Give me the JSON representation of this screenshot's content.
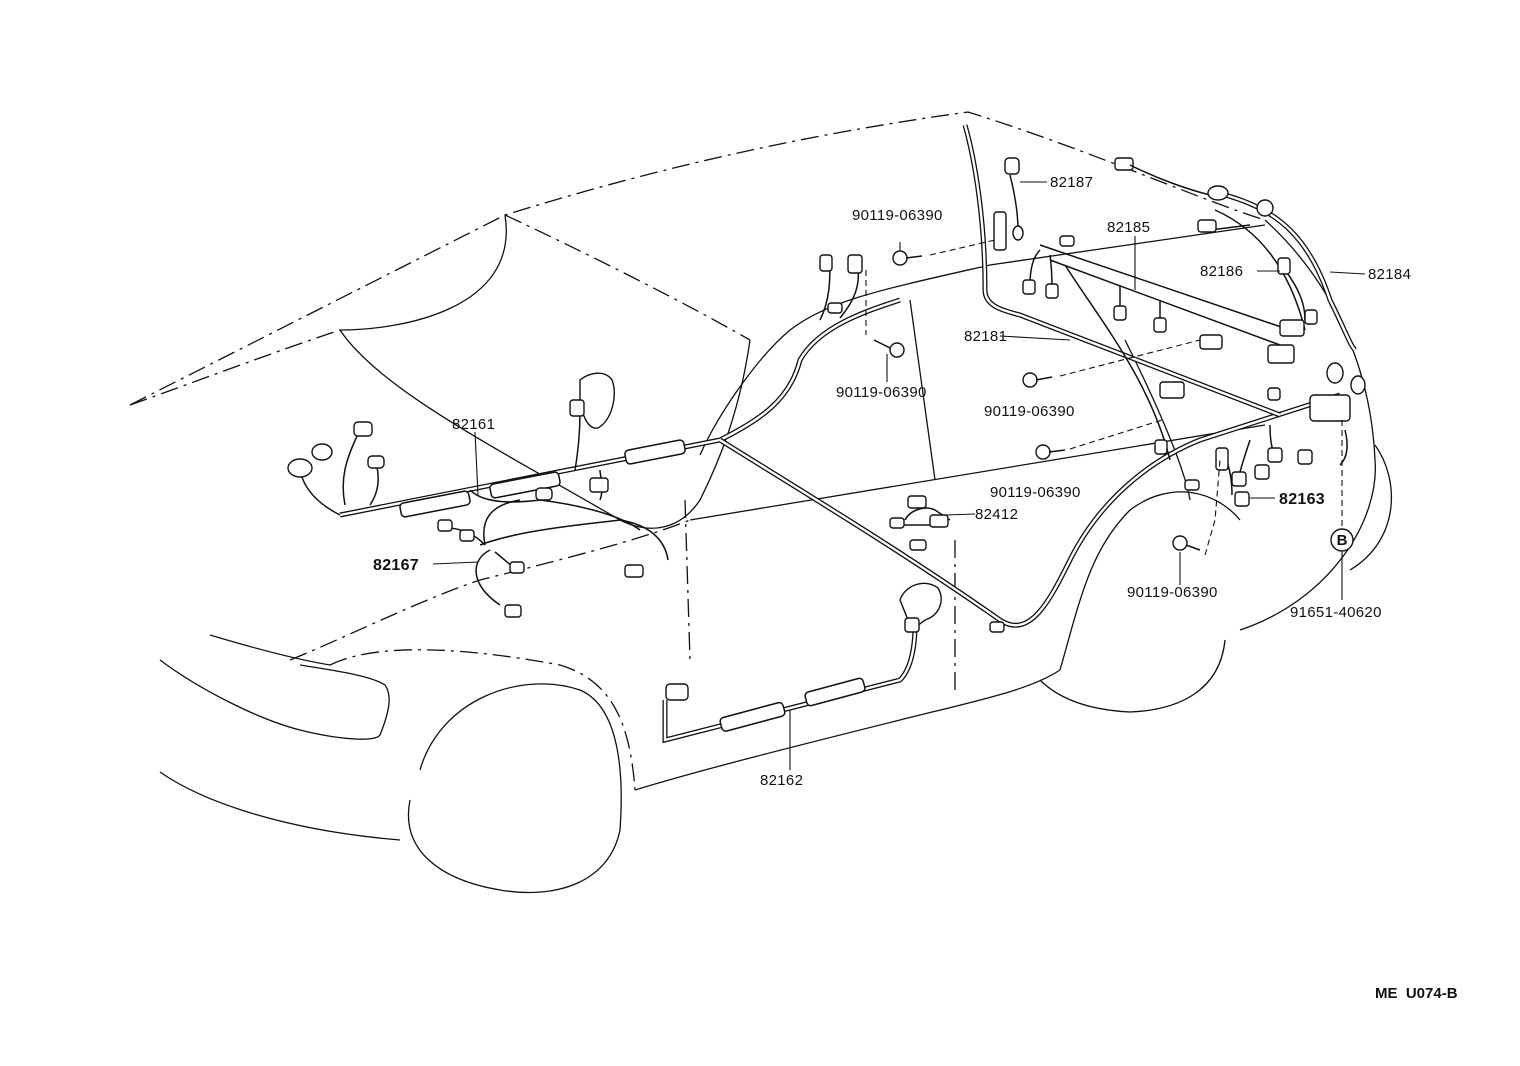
{
  "labels": {
    "p82187": "82187",
    "p82185": "82185",
    "p82186": "82186",
    "p82184": "82184",
    "p82181": "82181",
    "p82161": "82161",
    "p82167": "82167",
    "p82412": "82412",
    "p82163": "82163",
    "p82162": "82162",
    "bolt_a": "90119-06390",
    "bolt_b": "90119-06390",
    "bolt_c": "90119-06390",
    "bolt_d": "90119-06390",
    "bolt_e": "90119-06390",
    "clip": "91651-40620",
    "clip_marker": "B"
  },
  "figure_code": "ME  U074-B"
}
